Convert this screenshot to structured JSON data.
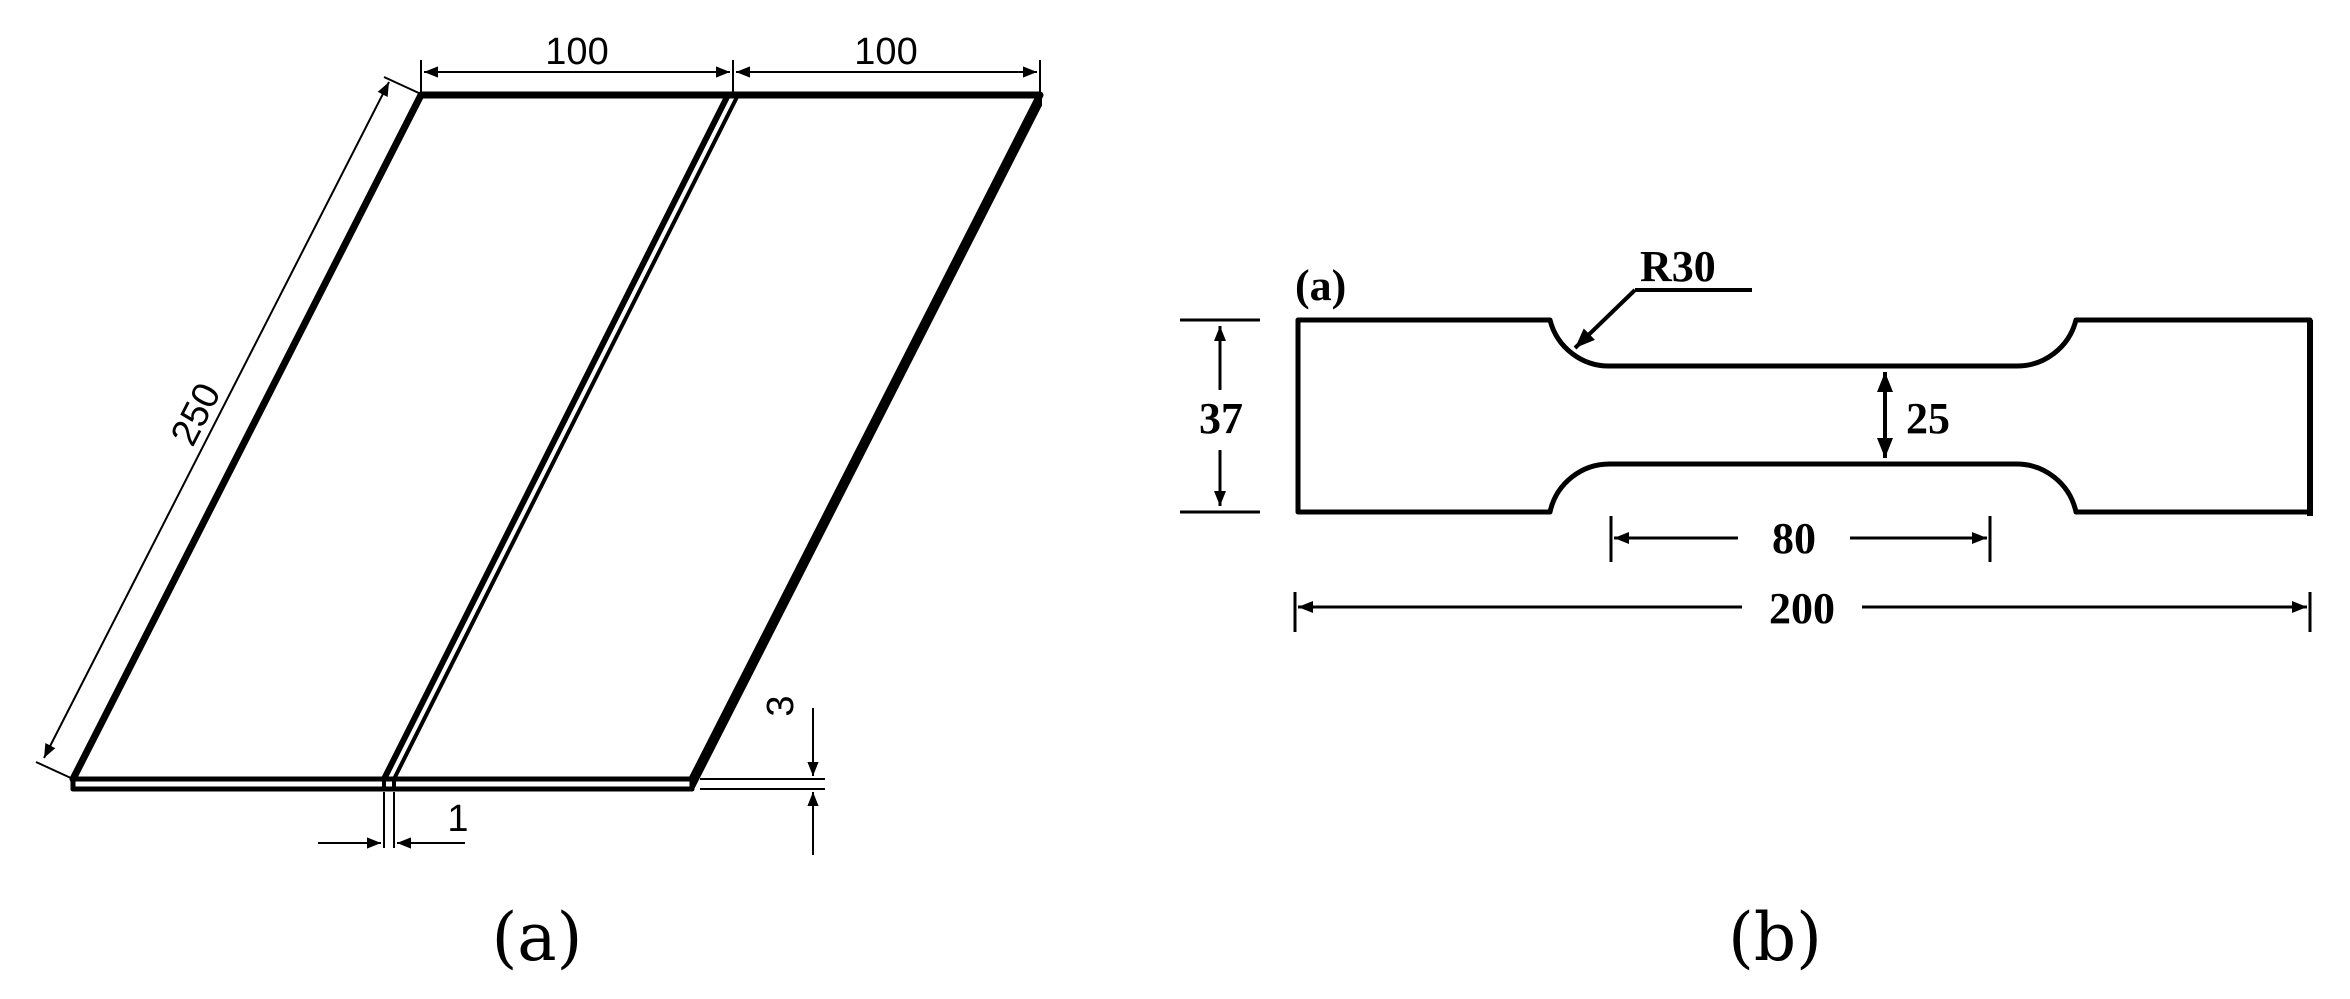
{
  "panel_a": {
    "caption": "(a)",
    "dims": {
      "width_left": "100",
      "width_right": "100",
      "length": "250",
      "thickness": "3",
      "gap": "1"
    }
  },
  "panel_b": {
    "caption": "(b)",
    "inner_label": "(a)",
    "dims": {
      "radius": "R30",
      "grip_width": "37",
      "gauge_width": "25",
      "gauge_length": "80",
      "total_length": "200"
    }
  }
}
